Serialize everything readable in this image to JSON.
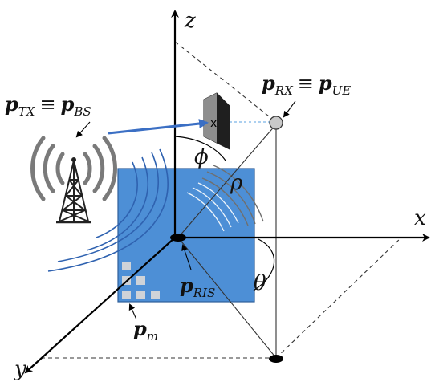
{
  "colors": {
    "ris_panel": "#4d8fd6",
    "ris_border": "#2f5f99",
    "beam": "#3b6fc4",
    "wave_white": "#ffffff",
    "wave_blue": "#2f62b0",
    "wave_gray": "#777777",
    "element_cell": "#cfd3d8",
    "axis": "#000000",
    "guide": "#333333"
  },
  "axes": {
    "x": "x",
    "y": "y",
    "z": "z"
  },
  "angles": {
    "phi": "ϕ",
    "theta": "θ",
    "rho": "ρ"
  },
  "labels": {
    "tx": {
      "main": "p",
      "sub": "TX",
      "equiv": "≡",
      "main2": "p",
      "sub2": "BS"
    },
    "rx": {
      "main": "p",
      "sub": "RX",
      "equiv": "≡",
      "main2": "p",
      "sub2": "UE"
    },
    "ris": {
      "main": "p",
      "sub": "RIS"
    },
    "element": {
      "main": "p",
      "sub": "m"
    },
    "rx_marker": "x"
  },
  "icons": {
    "tower": "cell-tower-icon",
    "receiver": "receiver-device-icon"
  }
}
